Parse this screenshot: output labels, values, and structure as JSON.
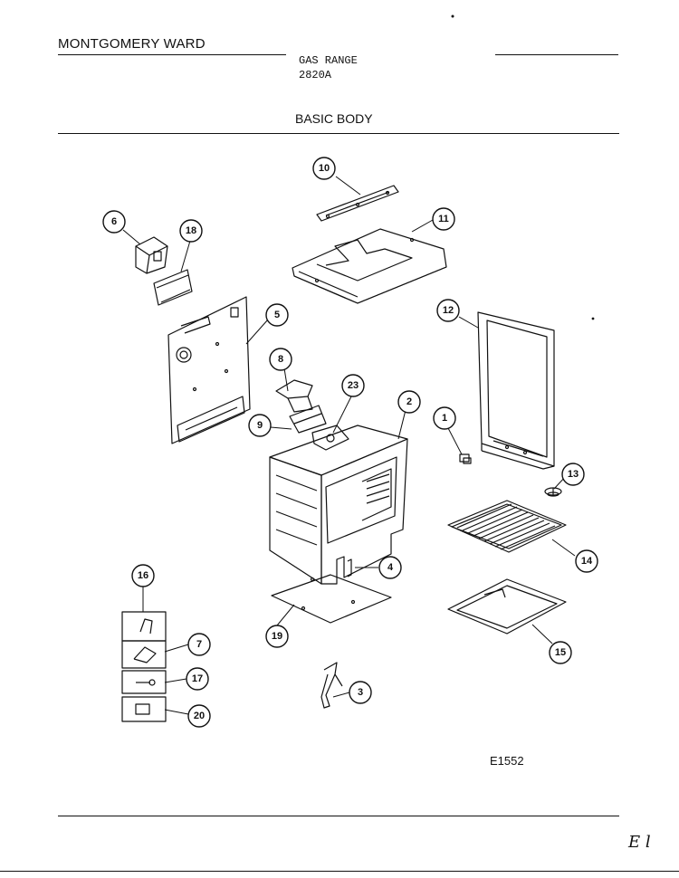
{
  "header": {
    "brand": "MONTGOMERY WARD",
    "product": "GAS RANGE",
    "model": "2820A",
    "section": "BASIC BODY"
  },
  "footer": {
    "drawing_code": "E1552",
    "handwritten_mark": "E l"
  },
  "callouts": [
    "10",
    "11",
    "6",
    "18",
    "5",
    "12",
    "8",
    "23",
    "2",
    "1",
    "9",
    "13",
    "14",
    "4",
    "16",
    "19",
    "7",
    "17",
    "15",
    "3",
    "20"
  ]
}
